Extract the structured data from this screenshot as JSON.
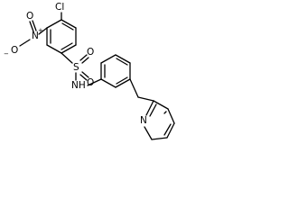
{
  "molecule": {
    "atoms": {
      "cl": "Cl",
      "nitro_n": "N",
      "nitro_n_charge": "+",
      "nitro_o_left": "O",
      "nitro_o_left_charge": "−",
      "nitro_o_top": "O",
      "sulfur": "S",
      "sulfonyl_o_top": "O",
      "sulfonyl_o_bottom": "O",
      "amine": "NH",
      "pyridine_n": "N"
    },
    "colors": {
      "bond": "#000000",
      "text": "#000000",
      "background": "#ffffff"
    }
  }
}
